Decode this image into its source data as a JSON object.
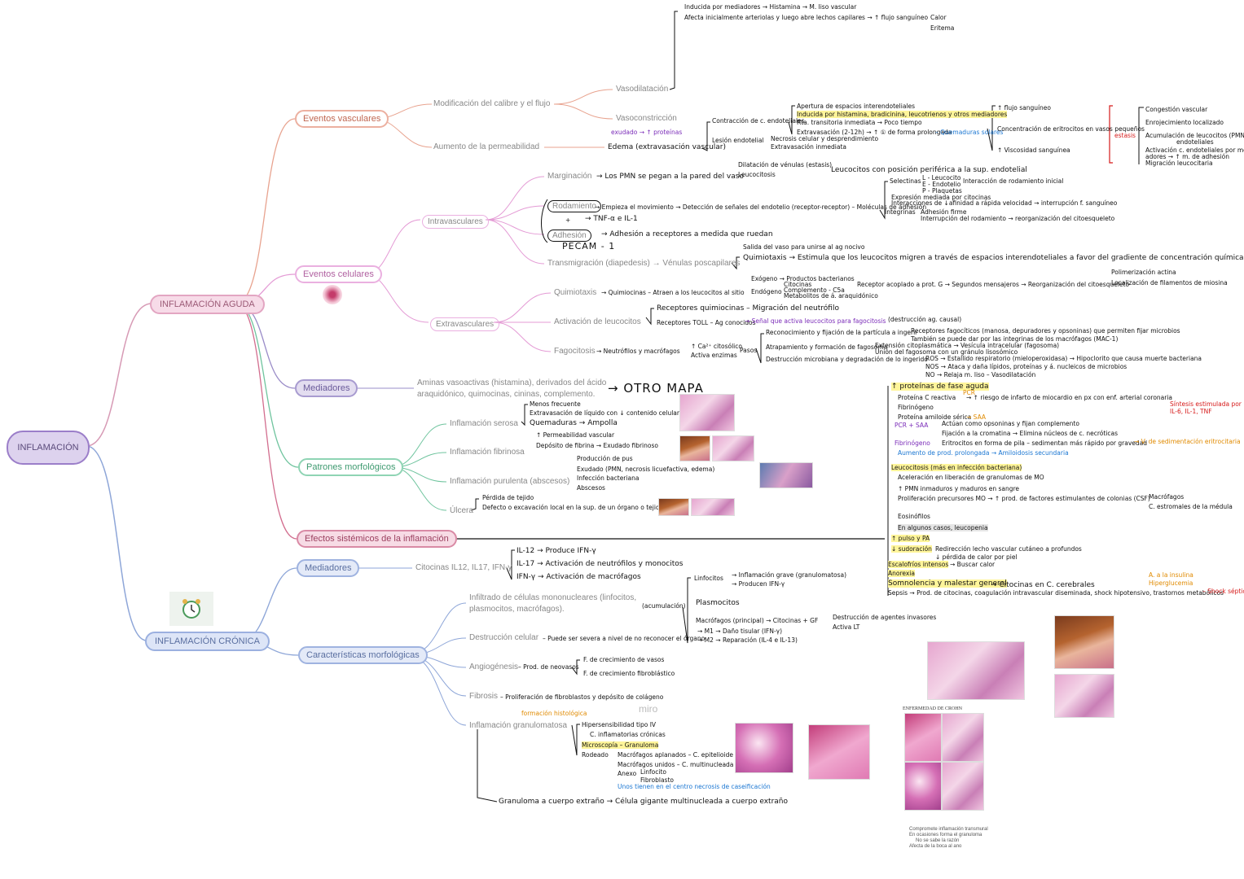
{
  "root": "INFLAMACIÓN",
  "acute": {
    "title": "INFLAMACIÓN AGUDA",
    "vascular": {
      "title": "Eventos vasculares",
      "flow": "Modificación del calibre y el flujo",
      "vasodilat": "Vasodilatación",
      "vasoconst": "Vasoconstricción",
      "perm": "Aumento de la permeabilidad",
      "edema": "Edema (extravasación vascular)",
      "exudado": "exudado → ↑ proteínas",
      "n1": "Inducida por mediadores → Histamina → M. liso vascular",
      "n2": "Afecta inicialmente arteriolas y luego abre lechos capilares → ↑ flujo sanguíneo",
      "calor": "Calor",
      "eritema": "Eritema",
      "contraccion": "Contracción de c. endoteliales",
      "ap1": "Apertura de espacios interendoteliales",
      "ap2": "Inducida por histamina, bradicinina, leucotrienos y otros mediadores",
      "ap3": "Rta. transitoria inmediata → Poco tiempo",
      "ap4": "Extravasación (2-12h) → ↑ ① de forma prolongada",
      "quemaduras": "– Quemaduras solares",
      "lesion": "Lesión endotelial",
      "necrosis": "Necrosis celular y desprendimiento",
      "extrav": "Extravasación inmediata",
      "flujo1": "↑ flujo sanguíneo",
      "flujo2": "Concentración de eritrocitos en vasos pequeños",
      "flujo3": "↑ Viscosidad sanguínea",
      "estasis": "estasis",
      "e1": "Congestión vascular",
      "e2": "Enrojecimiento localizado",
      "e3": "Acumulación de leucocitos (PMN)",
      "e3b": "endoteliales",
      "e4": "Activación c. endoteliales por medi-",
      "e4b": "adores → ↑ m. de adhesión",
      "e5": "Migración leucocitaria"
    },
    "cellular": {
      "title": "Eventos celulares",
      "intra": "Intravasculares",
      "extra": "Extravasculares",
      "marginacion": "Marginación",
      "marg_text": "→ Los PMN se pegan a la pared del vaso",
      "dil": "Dilatación de vénulas (estasis)",
      "leucocitosis": "Leucocitosis",
      "leuco_pos": "Leucocitos con posición periférica a la sup. endotelial",
      "rodamiento": "Rodamiento",
      "plus": "+",
      "adhesion": "Adhesión",
      "tnf": "→ TNF-α e IL-1",
      "rod_text": "→ Empieza el movimiento → Detección de señales del endotelio (receptor-receptor) – Moléculas de adhesión",
      "selectinas": "Selectinas",
      "sel_l": "L - Leucocito",
      "sel_e": "E - Endotelio",
      "sel_p": "P - Plaquetas",
      "sel_int": "Interacción de rodamiento inicial",
      "sel_expr": "Expresión mediada por citocinas",
      "sel_inter": "Interacciones de ↓afinidad a rápida velocidad → interrupción f. sanguíneo",
      "integrinas": "Integrinas",
      "int1": "Adhesión firme",
      "int2": "Interrupción del rodamiento → reorganización del citoesqueleto",
      "adh_text": "→ Adhesión a receptores a medida que ruedan",
      "pecam": "PECAM - 1",
      "transmigracion": "Transmigración (diapedesis) → Vénulas poscapilares",
      "salida": "Salida del vaso para unirse al ag nocivo",
      "quimiotaxis_t": "Quimiotaxis → Estimula que los leucocitos migren a través de espacios interendoteliales a favor del gradiente de concentración química",
      "quimiotaxis": "Quimiotaxis",
      "q_text": "→ Quimiocinas – Atraen a los leucocitos al sitio",
      "exogeno": "Exógeno → Productos bacterianos",
      "endogeno": "Endógeno",
      "end1": "Citocinas",
      "end2": "Complemento - C5a",
      "end3": "Metabolitos de á. araquidónico",
      "q_rec": "Receptor acoplado a prot. G → Segundos mensajeros → Reorganización del citoesqueleto",
      "pol": "Polimerización actina",
      "loc": "Localización de filamentos de miosina",
      "activacion": "Activación de leucocitos",
      "rq": "Receptores quimiocinas – Migración del neutrófilo",
      "rtoll": "Receptores TOLL – Ag conocidos",
      "rtoll2": "→ Señal que activa leucocitos para fagocitosis",
      "rtoll3": "(destrucción ag. causal)",
      "fagocitosis": "Fagocitosis",
      "fag1": "→ Neutrófilos y macrófagos",
      "fag_c": "↑ Ca²⁺ citosólico",
      "fag_e": "Activa enzimas",
      "pasos": "Pasos",
      "p1": "Reconocimiento y fijación de la partícula a ingerir",
      "p1a": "Receptores fagocíticos (manosa, depuradores y opsoninas) que permiten fijar microbios",
      "p1b": "También se puede dar por las integrinas de los macrófagos (MAC-1)",
      "p2": "Atrapamiento y formación de fagosoma",
      "p2a": "Extensión citoplasmática → Vesícula intracelular (fagosoma)",
      "p2b": "Unión del fagosoma con un gránulo lisosómico",
      "p3": "Destrucción microbiana y degradación de lo ingerido",
      "ros": "ROS → Estallido respiratorio (mieloperoxidasa) → Hipoclorito que causa muerte bacteriana",
      "nos": "NOS → Ataca y daña lípidos, proteínas y á. nucleicos de microbios",
      "no": "NO → Relaja m. liso – Vasodilatación"
    },
    "mediadores": {
      "title": "Mediadores",
      "text": "Aminas vasoactivas (histamina), derivados del ácido araquidónico, quimocinas, cininas, complemento.",
      "otro": "→ OTRO MAPA"
    },
    "patrones": {
      "title": "Patrones morfológicos",
      "serosa": "Inflamación serosa",
      "s1": "Menos frecuente",
      "s2": "Extravasación de líquido con ↓ contenido celular",
      "s3": "Quemaduras → Ampolla",
      "fibrinosa": "Inflamación fibrinosa",
      "f1": "↑ Permeabilidad vascular",
      "f2": "Depósito de fibrina → Exudado fibrinoso",
      "purulenta": "Inflamación purulenta (abscesos)",
      "pu1": "Producción de pus",
      "pu2": "Exudado (PMN, necrosis licuefactiva, edema)",
      "pu3": "Infección bacteriana",
      "pu4": "Abscesos",
      "ulcera": "Úlcera",
      "u1": "Pérdida de tejido",
      "u2": "Defecto o excavación local en la sup. de un órgano o tejido"
    },
    "efectos": {
      "title": "Efectos sistémicos de la inflamación",
      "pfa": "↑ proteínas de fase aguda",
      "pcr_t": "Proteína C reactiva",
      "pcr_arrow": "→ ↑ riesgo de infarto de miocardio en px con enf. arterial coronaria",
      "pcr_tag": "PCR",
      "fibrinogeno": "Fibrinógeno",
      "amiloide": "Proteína amiloide sérica",
      "saa": "→ SAA",
      "sintesis": "Síntesis estimulada por IL-6, IL-1, TNF",
      "pcrsaa": "PCR + SAA",
      "opsoninas": "Actúan como opsoninas y fijan complemento",
      "cromatina": "Fijación a la cromatina → Elimina núcleos de c. necróticas",
      "fibrinogeno2": "Fibrinógeno",
      "eritro": "Eritrocitos en forma de pila – sedimentan más rápido por gravedad",
      "vsg": "→ V. de sedimentación eritrocitaria",
      "amiloidosis": "Aumento de prod. prolongada → Amiloidosis secundaria",
      "leucocitosis": "Leucocitosis (más en infección bacteriana)",
      "l1": "Aceleración en liberación de granulomas de MO",
      "l2": "↑ PMN inmaduros y maduros en sangre",
      "l3": "Proliferación precursores MO → ↑ prod. de factores estimulantes de colonias (CSF)",
      "mac": "Macrófagos",
      "cmed": "C. estromales de la médula",
      "eos": "Eosinófilos",
      "linfo": "En algunos casos, leucopenia",
      "pulso": "↑ pulso y PA",
      "sud": "↓ sudoración",
      "sud1": "Redirección lecho vascular cutáneo a profundos",
      "sud2": "↓ pérdida de calor por piel",
      "escalofrios": "Escalofríos intensos",
      "buscar": "→ Buscar calor",
      "anorexia": "Anorexia",
      "somnolencia": "Somnolencia y malestar general",
      "citocinas_c": "→ Citocinas en C. cerebrales",
      "a_hipo": "A. a la insulina",
      "hiperglu": "Hiperglucemia",
      "sepsis": "Sepsis → Prod. de citocinas, coagulación intravascular diseminada, shock hipotensivo, trastornos metabólicos",
      "shock": "– Shock séptico"
    }
  },
  "chronic": {
    "title": "INFLAMACIÓN CRÓNICA",
    "mediadores": "Mediadores",
    "citocinas": "Citocinas IL12, IL17, IFN-γ",
    "il12": "IL-12 → Produce IFN-γ",
    "il17": "IL-17 → Activación de neutrófilos y monocitos",
    "ifn": "IFN-γ → Activación de macrófagos",
    "caracteristicas": "Características morfológicas",
    "infiltrado": "Infiltrado de células mononucleares (linfocitos, plasmocitos, macrófagos).",
    "acum": "(acumulación)",
    "linfocitos": "Linfocitos",
    "linf1": "→ Inflamación grave (granulomatosa)",
    "linf2": "→ Producen IFN-γ",
    "plasmocitos": "Plasmocitos",
    "macrofagos": "Macrófagos (principal) → Citocinas + GF",
    "dest_ag": "Destrucción de agentes invasores",
    "activa": "Activa LT",
    "m1": "→ M1 → Daño tisular (IFN-γ)",
    "m2": "→ M2 → Reparación (IL-4 e IL-13)",
    "destruccion": "Destrucción celular",
    "dest_text": "– Puede ser severa a nivel de no reconocer el órgano",
    "angiogenesis": "Angiogénesis",
    "ang_text": "– Prod. de neovasos",
    "ang1": "F. de crecimiento de vasos",
    "ang2": "F. de crecimiento fibroblástico",
    "fibrosis": "Fibrosis",
    "fib_text": "– Proliferación de fibroblastos y depósito de colágeno",
    "granulomatosa": "Inflamación granulomatosa",
    "formacion": "formación histológica",
    "g1": "Hipersensibilidad tipo IV",
    "g2": "C. inflamatorias crónicas",
    "g3": "Microscopía – Granuloma",
    "g4": "Rodeado",
    "g5": "Macrófagos aplanados – C. epitelioide",
    "g6": "Macrófagos unidos – C. multinucleada",
    "g7": "Anexo",
    "g8": "Linfocito",
    "g9": "Fibroblasto",
    "g10": "Unos tienen en el centro necrosis de caseificación",
    "cuerpo": "Granuloma a cuerpo extraño → Célula gigante multinucleada a cuerpo extraño",
    "miro": "miro",
    "crohn": "ENFERMEDAD DE CROHN",
    "crohn1": "Compromete inflamación transmural",
    "crohn2": "En ocasiones forma el granuloma",
    "crohn3": "No se sabe la razón",
    "crohn4": "Afecta de la boca al ano"
  }
}
